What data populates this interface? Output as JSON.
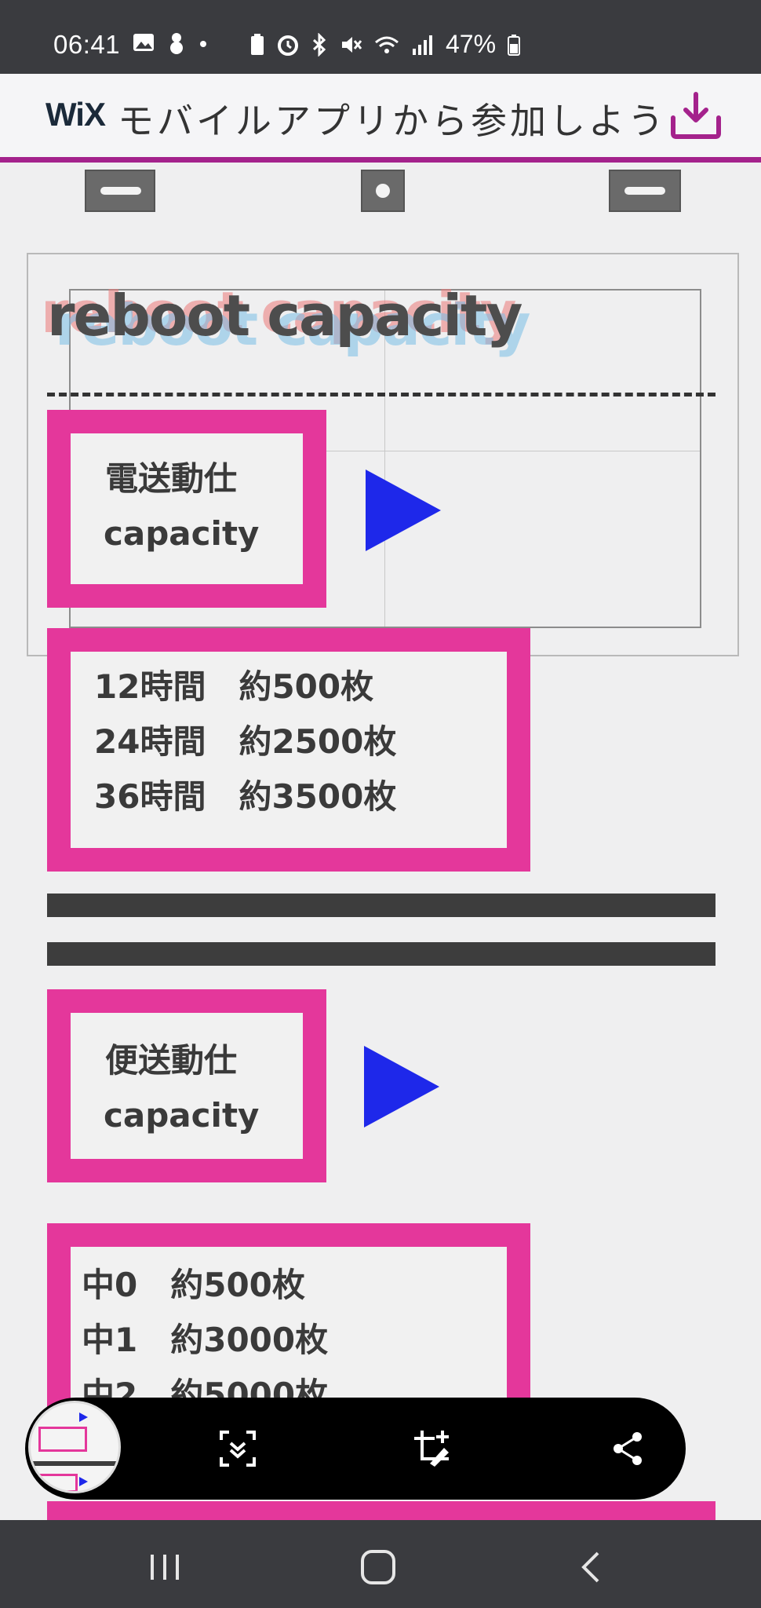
{
  "status_bar": {
    "time": "06:41",
    "battery": "47%",
    "icons": [
      "image-icon",
      "snowman-icon",
      "dot-icon",
      "battery-saver-icon",
      "alarm-icon",
      "bluetooth-icon",
      "mute-icon",
      "wifi-icon",
      "signal-icon",
      "battery-icon"
    ]
  },
  "wix_banner": {
    "logo": "WiX",
    "text": "モバイルアプリから参加しよう",
    "accent_color": "#a4228c"
  },
  "content": {
    "title": "reboot capacity",
    "section1": {
      "label_line1": "電送動仕",
      "label_line2": "capacity",
      "rows": [
        "12時間　約500枚",
        "24時間　約2500枚",
        "36時間　約3500枚"
      ]
    },
    "section2": {
      "label_line1": "便送動仕",
      "label_line2": "capacity",
      "rows": [
        "中0　約500枚",
        "中1　約3000枚",
        "中2　約5000枚"
      ]
    },
    "box_color": "#e4379b",
    "triangle_color": "#1e28ea"
  },
  "screenshot_toolbar": {
    "buttons": [
      "scroll-capture-icon",
      "edit-crop-icon",
      "share-icon"
    ]
  },
  "nav_bar": {
    "buttons": [
      "recent-apps-icon",
      "home-icon",
      "back-icon"
    ]
  }
}
